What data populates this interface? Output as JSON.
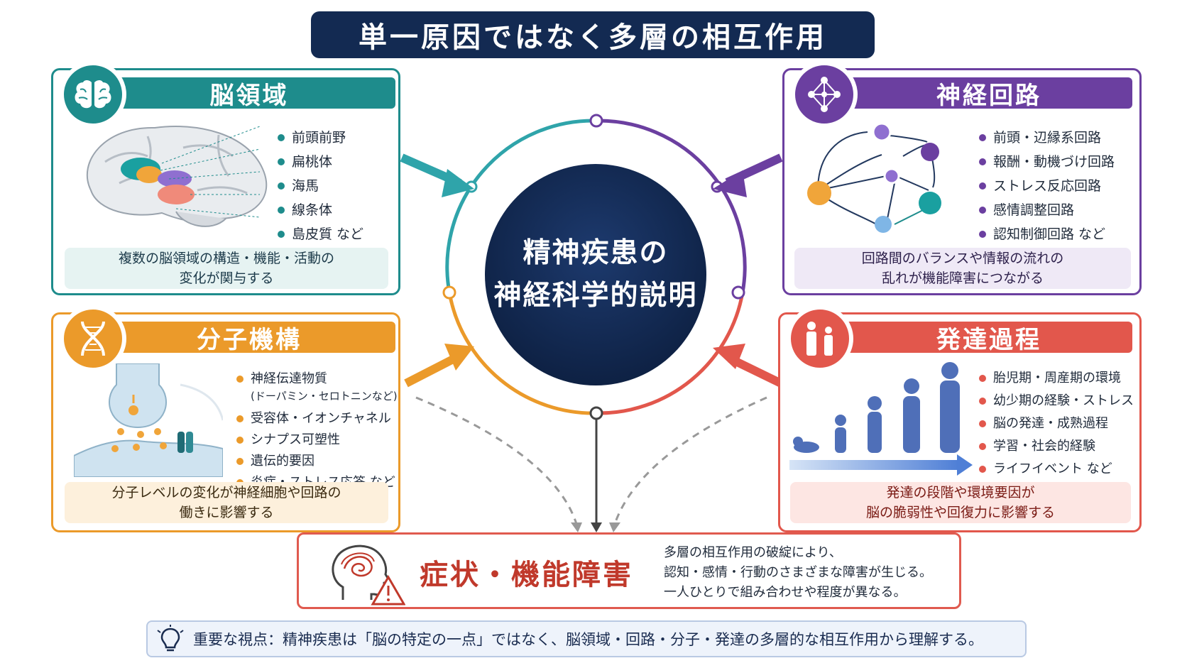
{
  "title": "単一原因ではなく多層の相互作用",
  "center": {
    "line1": "精神疾患の",
    "line2": "神経科学的説明"
  },
  "panels": {
    "brain_regions": {
      "title": "脳領域",
      "color": "#1e8c8c",
      "items": [
        "前頭前野",
        "扁桃体",
        "海馬",
        "線条体",
        "島皮質 など"
      ],
      "caption1": "複数の脳領域の構造・機能・活動の",
      "caption2": "変化が関与する"
    },
    "neural_circuits": {
      "title": "神経回路",
      "color": "#6b3fa0",
      "items": [
        "前頭・辺縁系回路",
        "報酬・動機づけ回路",
        "ストレス反応回路",
        "感情調整回路",
        "認知制御回路 など"
      ],
      "caption1": "回路間のバランスや情報の流れの",
      "caption2": "乱れが機能障害につながる"
    },
    "molecular": {
      "title": "分子機構",
      "color": "#eb9a2a",
      "item1_main": "神経伝達物質",
      "item1_sub": "(ドーパミン・セロトニンなど)",
      "items": [
        "受容体・イオンチャネル",
        "シナプス可塑性",
        "遺伝的要因",
        "炎症・ストレス応答 など"
      ],
      "caption1": "分子レベルの変化が神経細胞や回路の",
      "caption2": "働きに影響する"
    },
    "development": {
      "title": "発達過程",
      "color": "#e2574c",
      "items": [
        "胎児期・周産期の環境",
        "幼少期の経験・ストレス",
        "脳の発達・成熟過程",
        "学習・社会的経験",
        "ライフイベント など"
      ],
      "caption1": "発達の段階や環境要因が",
      "caption2": "脳の脆弱性や回復力に影響する"
    }
  },
  "symptom": {
    "title": "症状・機能障害",
    "desc1": "多層の相互作用の破綻により、",
    "desc2": "認知・感情・行動のさまざまな障害が生じる。",
    "desc3": "一人ひとりで組み合わせや程度が異なる。"
  },
  "insight": "重要な視点：精神疾患は「脳の特定の一点」ではなく、脳領域・回路・分子・発達の多層的な相互作用から理解する。",
  "icons": [
    "brain-icon",
    "network-icon",
    "dna-icon",
    "family-icon",
    "head-warning-icon",
    "lightbulb-icon"
  ]
}
